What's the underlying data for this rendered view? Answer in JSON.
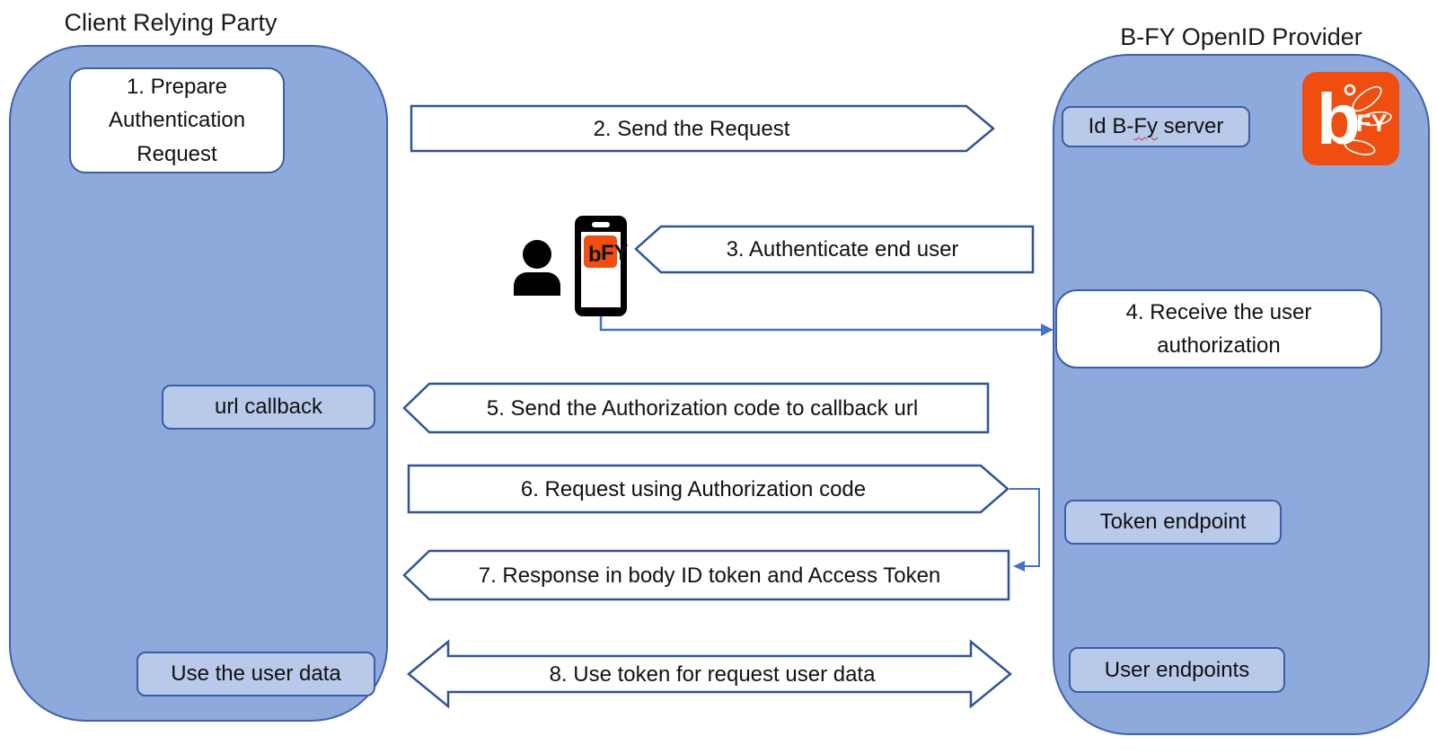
{
  "titles": {
    "left": "Client Relying Party",
    "right": "B-FY OpenID Provider"
  },
  "left_panel": {
    "step1": "1. Prepare Authentication Request",
    "url_callback": "url callback",
    "use_user_data": "Use the user data"
  },
  "right_panel": {
    "id_server_prefix": "Id B-",
    "id_server_misspelled": "Fy",
    "id_server_suffix": " server",
    "step4": "4. Receive the user authorization",
    "token_endpoint": "Token endpoint",
    "user_endpoints": "User endpoints"
  },
  "logo": {
    "b": "b",
    "fy": "FY"
  },
  "arrows": {
    "step2": "2. Send the Request",
    "step3": "3. Authenticate end user",
    "step5": "5. Send the Authorization code to callback url",
    "step6": "6. Request using Authorization code",
    "step7": "7. Response in body ID token and Access Token",
    "step8": "8. Use token for request user data"
  },
  "colors": {
    "panel_fill": "#8EA9DB",
    "light_box_fill": "#B8C9EA",
    "box_border_blue": "#3A5EA8",
    "arrow_outline_blue": "#2F5597",
    "connector_blue": "#4472C4",
    "logo_orange": "#F04E11",
    "spellcheck_red": "#D13438"
  }
}
